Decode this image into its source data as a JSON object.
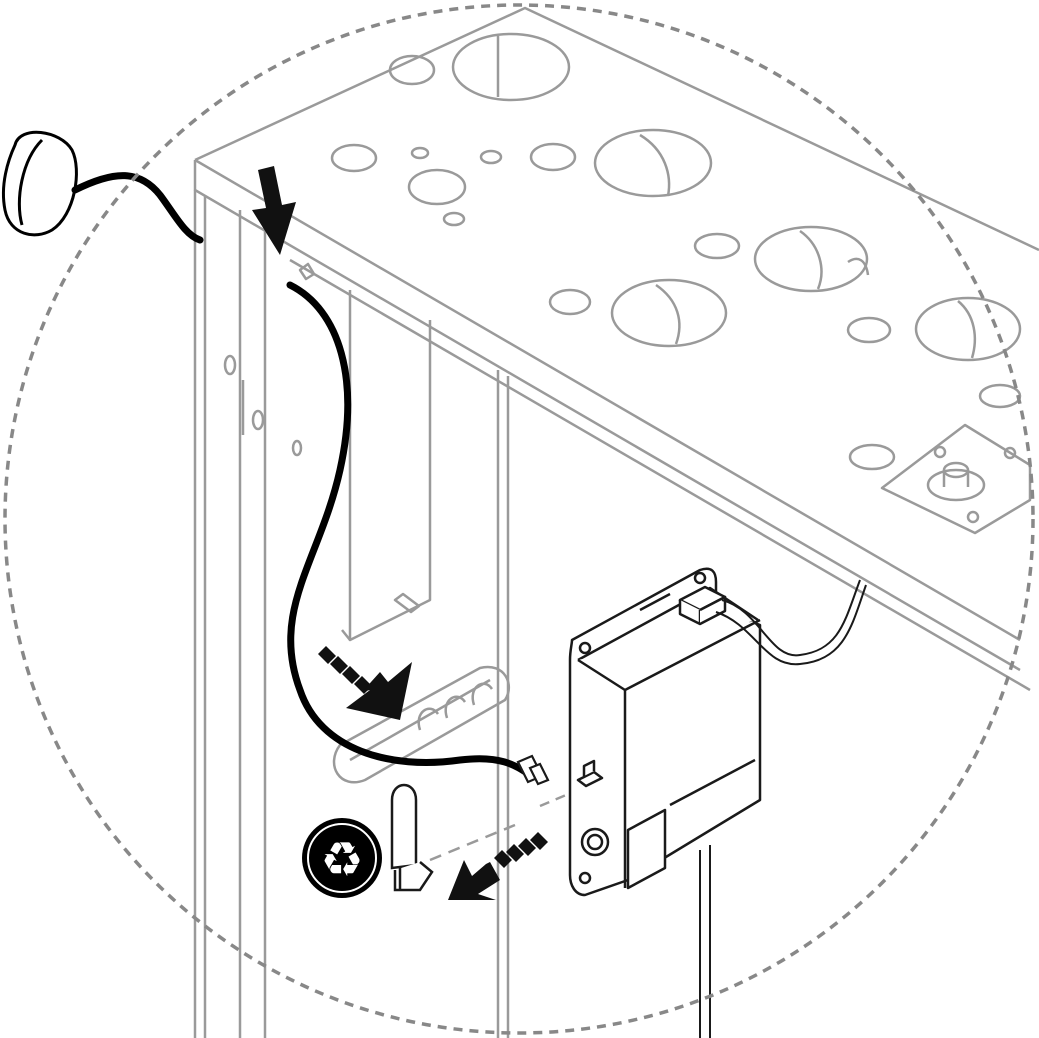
{
  "figure": {
    "kind": "installation-illustration",
    "colors": {
      "background": "#ffffff",
      "frame_line": "#9a9a9a",
      "part_line": "#1a1a1a",
      "cable": "#000000",
      "arrow": "#111111",
      "border_dash": "#888888",
      "recycle_badge": "#000000",
      "recycle_symbol": "#ffffff"
    },
    "parts": [
      {
        "id": "puck-antenna",
        "icon": "round-puck-antenna-icon"
      },
      {
        "id": "antenna-cable",
        "icon": "coax-cable-icon"
      },
      {
        "id": "cable-clip",
        "icon": "cable-clip-icon"
      },
      {
        "id": "modem-box",
        "icon": "router-box-icon"
      },
      {
        "id": "stub-antenna",
        "icon": "stub-antenna-icon"
      },
      {
        "id": "recycle-badge",
        "icon": "recycle-icon"
      }
    ],
    "arrows": [
      {
        "id": "route-down",
        "icon": "arrow-down-icon"
      },
      {
        "id": "route-to-clip",
        "icon": "dashed-arrow-icon"
      },
      {
        "id": "remove-antenna",
        "icon": "dashed-arrow-icon"
      }
    ],
    "recycle_glyph": "♻"
  }
}
